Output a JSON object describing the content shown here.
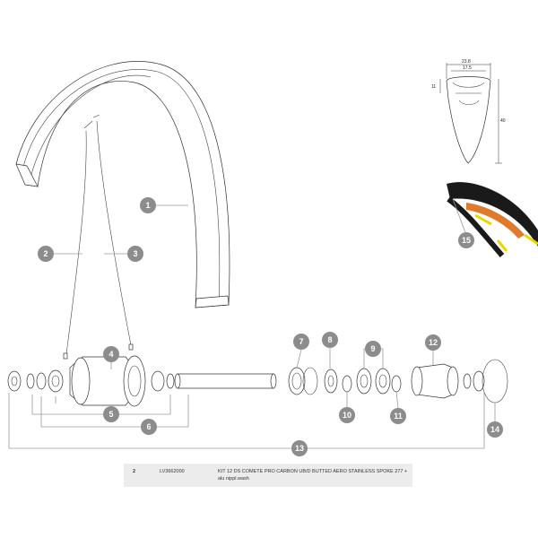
{
  "callouts": [
    {
      "id": "rim",
      "label": "1"
    },
    {
      "id": "spoke-left",
      "label": "2"
    },
    {
      "id": "spoke-right",
      "label": "3"
    },
    {
      "id": "hub-body",
      "label": "4"
    },
    {
      "id": "hub-bearings",
      "label": "5"
    },
    {
      "id": "hub-end-caps",
      "label": "6"
    },
    {
      "id": "freehub-ring",
      "label": "7"
    },
    {
      "id": "seal",
      "label": "8"
    },
    {
      "id": "freehub-bearings",
      "label": "9"
    },
    {
      "id": "spacer",
      "label": "10"
    },
    {
      "id": "bearing-small",
      "label": "11"
    },
    {
      "id": "freehub-body",
      "label": "12"
    },
    {
      "id": "full-hub-kit",
      "label": "13"
    },
    {
      "id": "o-ring",
      "label": "14"
    },
    {
      "id": "tire",
      "label": "15"
    }
  ],
  "profile_dimensions": {
    "outer_width": "23.8",
    "inner_width": "17.5",
    "hook_height": "11",
    "rim_height": "40"
  },
  "info_row": {
    "item": "2",
    "reference": "LV3662000",
    "description": "KIT 12 DS COMETE PRO CARBON UB/D BUTTED AERO STAINLESS SPOKE 277 + alu nippl.wash"
  },
  "colors": {
    "callout_fill": "#8c8c8c",
    "tire_yellow": "#e8d800",
    "tire_orange": "#e07a2c",
    "table_bg": "#ececec"
  }
}
